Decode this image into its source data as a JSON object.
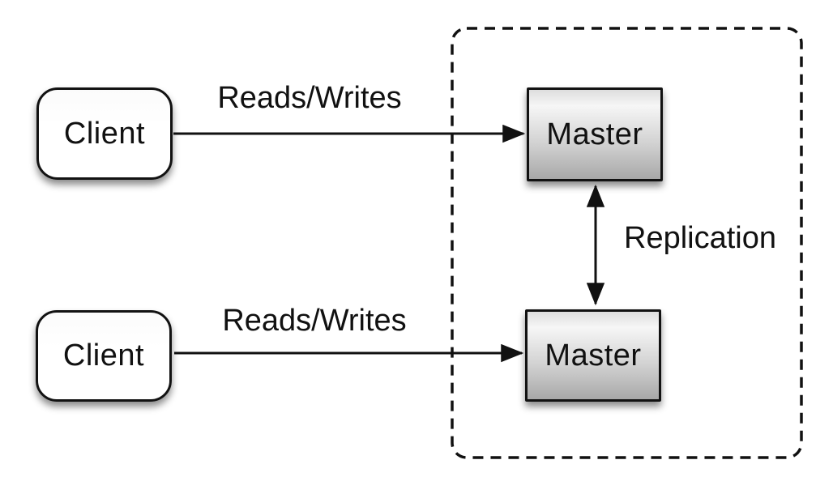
{
  "nodes": {
    "clients": [
      {
        "label": "Client"
      },
      {
        "label": "Client"
      }
    ],
    "masters": [
      {
        "label": "Master"
      },
      {
        "label": "Master"
      }
    ]
  },
  "edges": {
    "top_reads_writes": {
      "label": "Reads/Writes"
    },
    "bottom_reads_writes": {
      "label": "Reads/Writes"
    },
    "replication": {
      "label": "Replication"
    }
  },
  "colors": {
    "stroke": "#111111",
    "client_fill": "#ffffff",
    "master_gradient_top": "#dedede",
    "master_gradient_highlight": "#f6f6f6",
    "master_gradient_bottom": "#a8a8a8",
    "shadow": "rgba(0,0,0,0.45)",
    "background": "#ffffff"
  }
}
